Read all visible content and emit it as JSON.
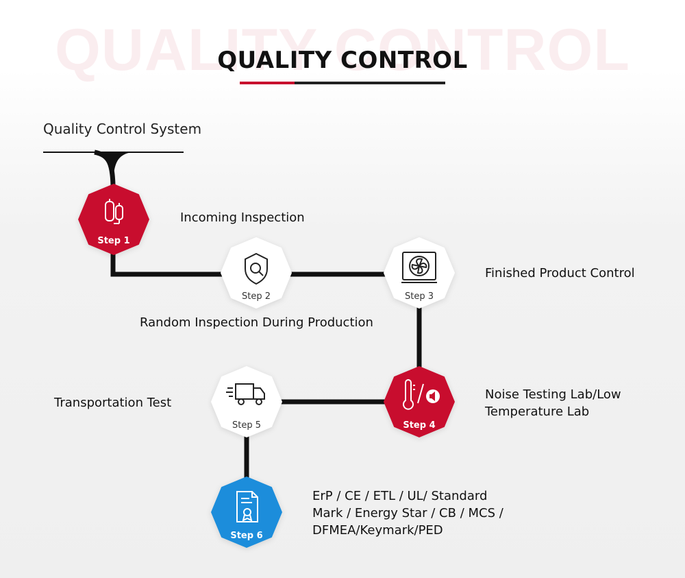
{
  "header": {
    "watermark": "QUALITY CONTROL",
    "title": "QUALITY CONTROL",
    "accent_color": "#c8102e"
  },
  "system_title": "Quality Control System",
  "steps": [
    {
      "step_label": "Step 1",
      "description": "Incoming Inspection",
      "color": "#c8102e",
      "icon": "compressor-icon"
    },
    {
      "step_label": "Step 2",
      "description": "Random Inspection During Production",
      "color": "#ffffff",
      "icon": "magnifier-shield-icon"
    },
    {
      "step_label": "Step 3",
      "description": "Finished Product Control",
      "color": "#ffffff",
      "icon": "fan-unit-icon"
    },
    {
      "step_label": "Step 4",
      "description_lines": [
        "Noise Testing Lab/Low",
        "Temperature Lab"
      ],
      "color": "#c8102e",
      "icon": "thermometer-speaker-icon"
    },
    {
      "step_label": "Step 5",
      "description": "Transportation Test",
      "color": "#ffffff",
      "icon": "delivery-truck-icon"
    },
    {
      "step_label": "Step 6",
      "description_lines": [
        "ErP / CE / ETL / UL/ Standard",
        "Mark / Energy Star / CB / MCS /",
        "DFMEA/Keymark/PED"
      ],
      "color": "#1a8ddb",
      "icon": "certificate-icon"
    }
  ]
}
